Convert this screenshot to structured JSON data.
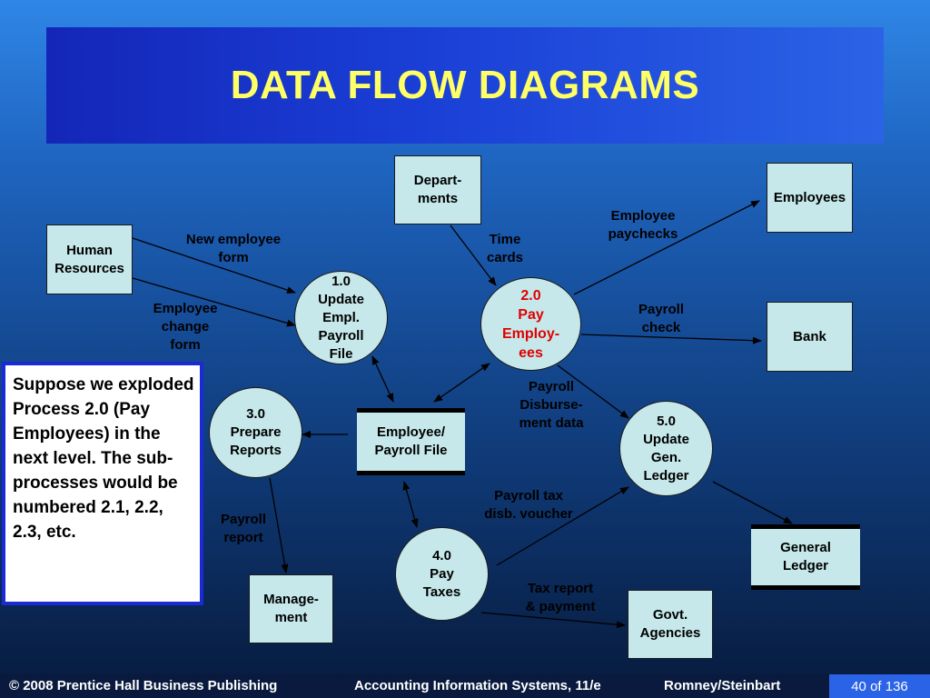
{
  "slide": {
    "title": "DATA FLOW DIAGRAMS"
  },
  "diagram": {
    "entities": {
      "human_resources": "Human\nResources",
      "departments": "Depart-\nments",
      "employees": "Employees",
      "bank": "Bank",
      "management": "Manage-\nment",
      "govt_agencies": "Govt.\nAgencies"
    },
    "processes": {
      "p1": "1.0\nUpdate\nEmpl.\nPayroll\nFile",
      "p2": "2.0\nPay\nEmploy-\nees",
      "p3": "3.0\nPrepare\nReports",
      "p4": "4.0\nPay\nTaxes",
      "p5": "5.0\nUpdate\nGen.\nLedger"
    },
    "stores": {
      "employee_payroll_file": "Employee/\nPayroll File",
      "general_ledger": "General\nLedger"
    },
    "flows": {
      "new_employee_form": "New employee\nform",
      "employee_change_form": "Employee\nchange\nform",
      "time_cards": "Time\ncards",
      "employee_paychecks": "Employee\npaychecks",
      "payroll_check": "Payroll\ncheck",
      "payroll_disbursement_data": "Payroll\nDisburse-\nment data",
      "payroll_report": "Payroll\nreport",
      "payroll_tax_voucher": "Payroll tax\ndisb. voucher",
      "tax_report_payment": "Tax report\n& payment"
    }
  },
  "note": {
    "text": "Suppose we exploded Process 2.0 (Pay Employees) in the next level. The sub-processes would be numbered 2.1, 2.2, 2.3, etc."
  },
  "footer": {
    "copyright": "© 2008 Prentice Hall Business Publishing",
    "book": "Accounting Information Systems, 11/e",
    "authors": "Romney/Steinbart",
    "page": "40 of 136"
  },
  "colors": {
    "title_text": "#ffff66",
    "highlight_process": "#e00000",
    "node_fill": "#c6e8ea",
    "note_border": "#1a2bd6"
  }
}
